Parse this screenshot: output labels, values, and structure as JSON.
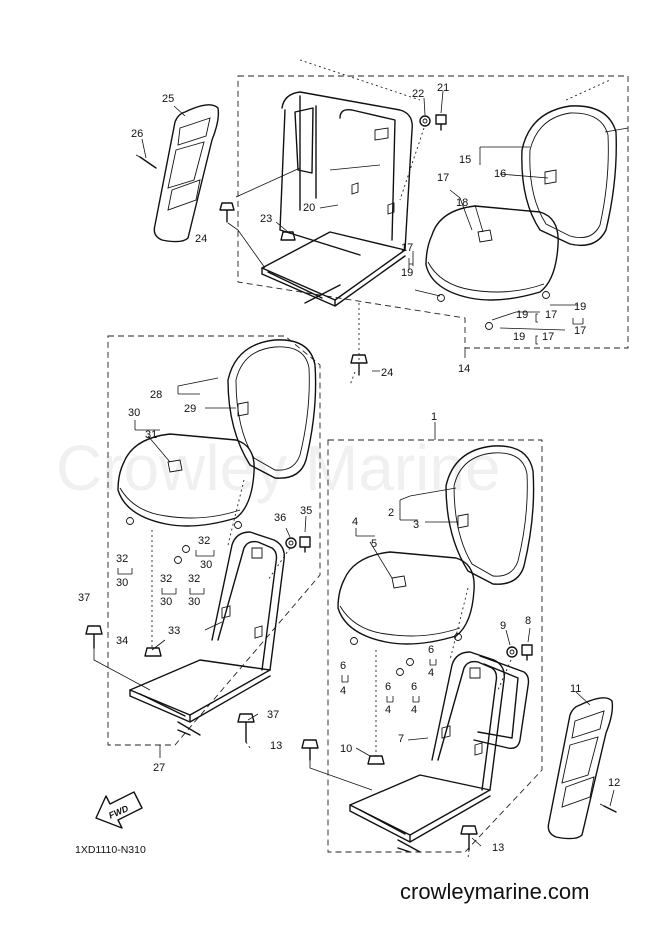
{
  "watermark": "Crowley Marine",
  "site": "crowleymarine.com",
  "drawing_code": "1XD1110-N310",
  "fwd": "FWD",
  "labels": {
    "l1": "1",
    "l2": "2",
    "l3": "3",
    "l4": "4",
    "l5": "5",
    "l6a": "6",
    "l6b": "6",
    "l6c": "6",
    "l6d": "6",
    "l4a": "4",
    "l4b": "4",
    "l4c": "4",
    "l4d": "4",
    "l7": "7",
    "l8": "8",
    "l9": "9",
    "l10": "10",
    "l11": "11",
    "l12": "12",
    "l13a": "13",
    "l13b": "13",
    "l14": "14",
    "l15": "15",
    "l16": "16",
    "l17a": "17",
    "l17b": "17",
    "l17c": "17",
    "l17d": "17",
    "l17e": "17",
    "l18": "18",
    "l19a": "19",
    "l19b": "19",
    "l19c": "19",
    "l19d": "19",
    "l20": "20",
    "l21": "21",
    "l22": "22",
    "l23": "23",
    "l24a": "24",
    "l24b": "24",
    "l25": "25",
    "l26": "26",
    "l27": "27",
    "l28": "28",
    "l29": "29",
    "l30a": "30",
    "l30b": "30",
    "l30c": "30",
    "l30d": "30",
    "l31": "31",
    "l32a": "32",
    "l32b": "32",
    "l32c": "32",
    "l32d": "32",
    "l33": "33",
    "l34": "34",
    "l35": "35",
    "l36": "36",
    "l37a": "37",
    "l37b": "37"
  }
}
